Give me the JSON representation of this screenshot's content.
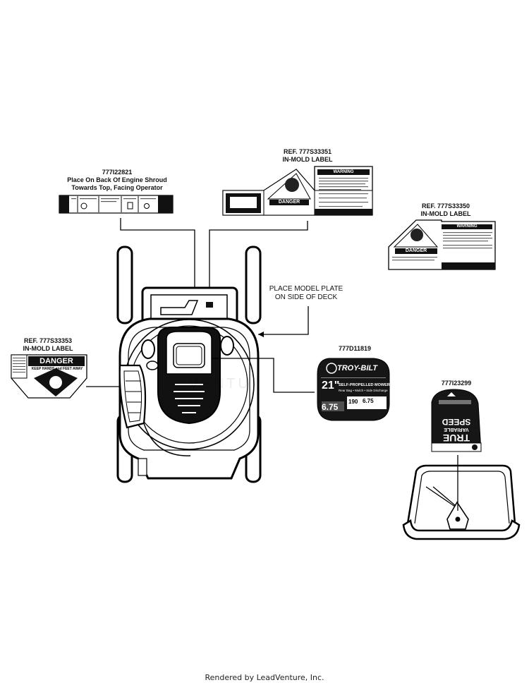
{
  "labels": {
    "l22821": {
      "ref": "777I22821",
      "line1": "Place On Back Of Engine Shroud",
      "line2": "Towards Top, Facing Operator"
    },
    "l33351": {
      "ref": "REF. 777S33351",
      "sub": "IN-MOLD LABEL"
    },
    "l33350": {
      "ref": "REF. 777S33350",
      "sub": "IN-MOLD LABEL"
    },
    "l33353": {
      "ref": "REF. 777S33353",
      "sub": "IN-MOLD LABEL"
    },
    "model_plate": {
      "line1": "PLACE MODEL PLATE",
      "line2": "ON SIDE OF DECK"
    },
    "l11819": {
      "ref": "777D11819"
    },
    "l23299": {
      "ref": "777I23299"
    }
  },
  "decals": {
    "danger_word": "DANGER",
    "warning_word": "WARNING",
    "keep_away": "KEEP HANDS and FEET AWAY",
    "brand": "TROY-BILT",
    "size": "21\"",
    "mower_desc": "SELF-PROPELLED MOWER",
    "mower_sub": "Rear Bag • Mulch • Side Discharge",
    "torque": "6.75",
    "cc": "190",
    "speed_top": "TRUE",
    "speed_mid": "VARIABLE",
    "speed_bot": "SPEED"
  },
  "watermark": "VENTU",
  "footer": "Rendered by LeadVenture, Inc."
}
